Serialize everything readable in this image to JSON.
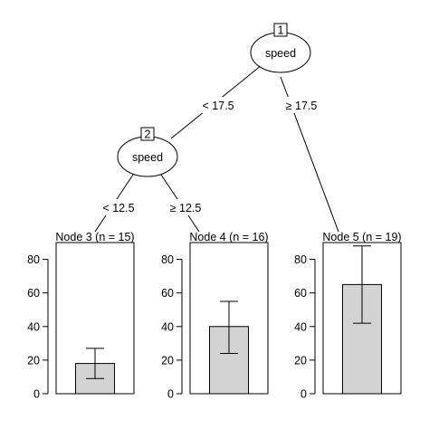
{
  "tree": {
    "root": {
      "id": "1",
      "variable": "speed"
    },
    "inner": {
      "id": "2",
      "variable": "speed"
    },
    "edges": {
      "root_left": "< 17.5",
      "root_right": "≥ 17.5",
      "inner_left": "< 12.5",
      "inner_right": "≥ 12.5"
    }
  },
  "chart_data": [
    {
      "type": "bar",
      "title": "Node 3 (n = 15)",
      "values": [
        18
      ],
      "error_low": [
        9
      ],
      "error_high": [
        27
      ],
      "ylim": [
        0,
        90
      ],
      "yticks": [
        "0",
        "20",
        "40",
        "60",
        "80"
      ]
    },
    {
      "type": "bar",
      "title": "Node 4 (n = 16)",
      "values": [
        40
      ],
      "error_low": [
        24
      ],
      "error_high": [
        55
      ],
      "ylim": [
        0,
        90
      ],
      "yticks": [
        "0",
        "20",
        "40",
        "60",
        "80"
      ]
    },
    {
      "type": "bar",
      "title": "Node 5 (n = 19)",
      "values": [
        65
      ],
      "error_low": [
        42
      ],
      "error_high": [
        88
      ],
      "ylim": [
        0,
        90
      ],
      "yticks": [
        "0",
        "20",
        "40",
        "60",
        "80"
      ]
    }
  ],
  "colors": {
    "bar_fill": "#d3d3d3",
    "line": "#000000"
  }
}
